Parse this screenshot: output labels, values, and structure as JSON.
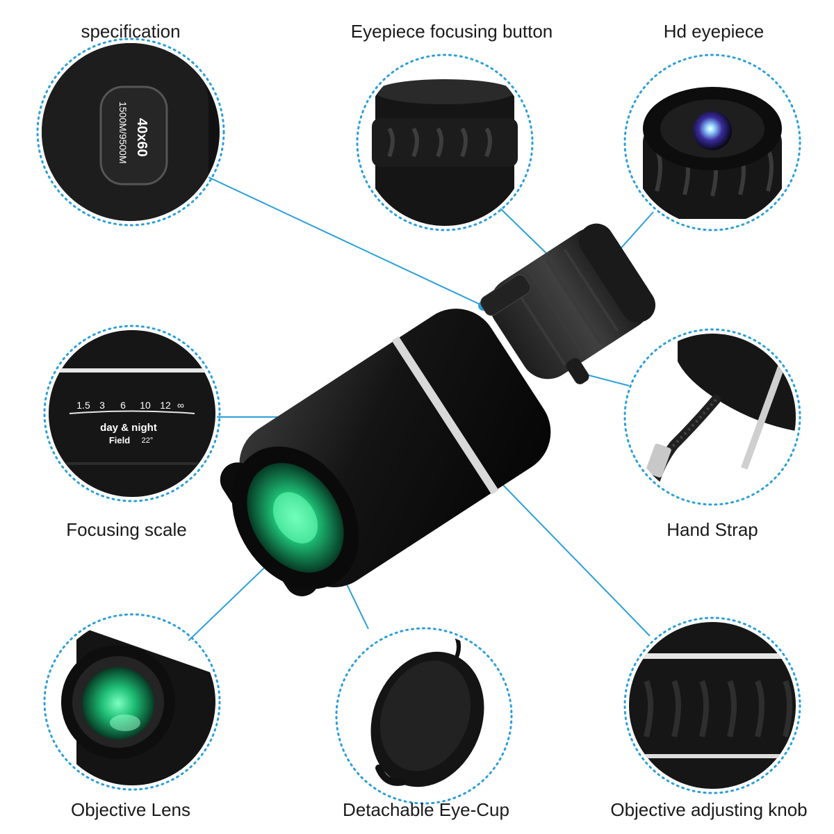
{
  "labels": {
    "specification": "specification",
    "eyepiece_button": "Eyepiece focusing button",
    "hd_eyepiece": "Hd eyepiece",
    "focusing_scale": "Focusing scale",
    "hand_strap": "Hand Strap",
    "objective_lens": "Objective Lens",
    "eye_cup": "Detachable Eye-Cup",
    "adjusting_knob": "Objective adjusting knob"
  },
  "product_text": {
    "magnification": "40x60",
    "range": "1500M/9500M",
    "scale_ticks": [
      "1.5",
      "3",
      "6",
      "10",
      "12",
      "∞"
    ],
    "scale_mode": "day & night",
    "field_label": "Field",
    "field_value": "22°"
  },
  "colors": {
    "leader_line": "#2a9fd8",
    "dotted_circle": "#2a9fd8",
    "body": "#151515",
    "lens_green": "#22c07a",
    "ring_silver": "#d9d9d9"
  }
}
